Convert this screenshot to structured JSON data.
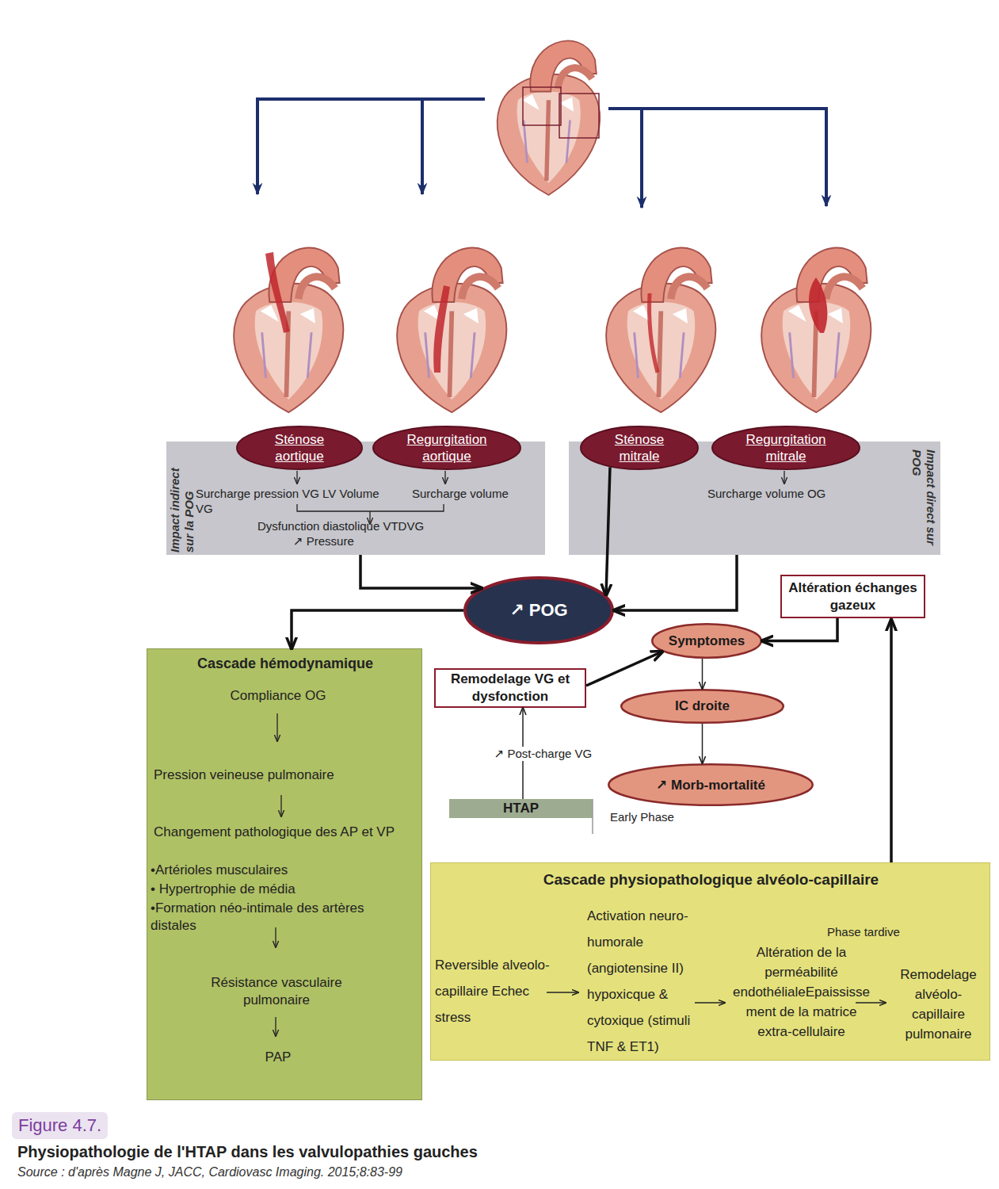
{
  "diagram": {
    "caption": "Physiopathologie de l'HTAP dans les valvulopathies gauches",
    "nodes": [
      {
        "text": [
          "Impact indirect sur la POG",
          "Surcharge pression VG LV Volume VG",
          "Surcharge volume",
          "Dysfunction diastolique VTDVG",
          "↗ Pressure"
        ]
      },
      {
        "text": [
          "Sténose aortique"
        ],
        "in": 0
      },
      {
        "text": [
          "Regurgitation aortique"
        ],
        "in": 0
      },
      {
        "text": [
          "Impact direct sur POG",
          "Surcharge volume OG"
        ]
      },
      {
        "text": [
          "Sténose mitrale"
        ],
        "in": 3
      },
      {
        "text": [
          "Regurgitation mitrale"
        ],
        "in": 3
      },
      {
        "text": [
          "↗ POG"
        ]
      },
      {
        "text": [
          "Altération échanges gazeux"
        ]
      },
      {
        "text": [
          "Symptomes"
        ]
      },
      {
        "text": [
          "Remodelage VG et dysfonction"
        ]
      },
      {
        "text": [
          "IC droite"
        ]
      },
      {
        "text": [
          "↗ Morb-mortalité"
        ]
      },
      {
        "text": [
          "HTAP"
        ]
      },
      {
        "text": [
          "Cascade hémodynamique",
          "Compliance OG",
          "Pression veineuse pulmonaire",
          "Changement pathologique des AP et VP",
          "•Artérioles musculaires",
          "• Hypertrophie de média",
          "•Formation néo-intimale des artères distales",
          "Résistance vasculaire pulmonaire",
          "PAP"
        ]
      },
      {
        "text": [
          "Cascade physiopathologique alvéolo-capillaire",
          "Reversible alveolo-capillaire Echec stress",
          "Activation neuro-humorale (angiotensine II) hypoxicque & cytoxique (stimuli TNF & ET1)",
          "Phase tardive",
          "Altération de la perméabilité endothélialeEpaississement de la matrice extra-cellulaire",
          "Remodelage alvéolo-capillaire pulmonaire"
        ]
      }
    ],
    "edges": [
      {
        "from": 6,
        "to": 13,
        "arrow": "to"
      },
      {
        "from": 0,
        "to": 6,
        "arrow": "to"
      },
      {
        "from": 4,
        "to": 6,
        "arrow": "to"
      },
      {
        "from": 3,
        "to": 6,
        "arrow": "to"
      },
      {
        "from": 7,
        "to": 8,
        "arrow": "to"
      },
      {
        "from": 9,
        "to": 8,
        "arrow": "to"
      },
      {
        "from": 8,
        "to": 10,
        "arrow": "to"
      },
      {
        "from": 10,
        "to": 11,
        "arrow": "to"
      },
      {
        "from": 12,
        "to": 9,
        "label": "↗ Post-charge VG",
        "arrow": "to"
      },
      {
        "from": 14,
        "to": 7,
        "arrow": "to"
      }
    ],
    "labels": [
      "Early Phase",
      "Figure 4.7.",
      "Source : d'après Magne J, JACC, Cardiovasc Imaging. 2015;8:83-99"
    ]
  }
}
